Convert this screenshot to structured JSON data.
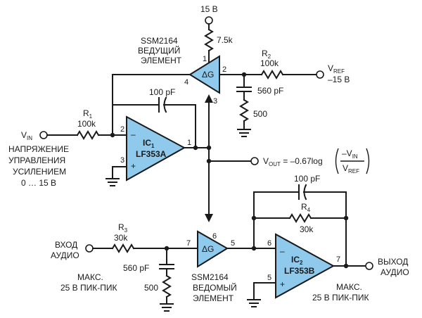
{
  "supply_label": "15 В",
  "top_vca": {
    "part": "SSM2164",
    "role_line1": "ВЕДУЩИЙ",
    "role_line2": "ЭЛЕМЕНТ",
    "symbol": "ΔG",
    "pin1": "1",
    "pin2": "2",
    "pin3": "3",
    "pin4": "4"
  },
  "r_top": "7.5k",
  "r2": {
    "name": "R",
    "sub": "2",
    "value": "100k"
  },
  "vref": {
    "name": "V",
    "sub": "REF",
    "value": "–15 В"
  },
  "c_top": "560 pF",
  "r_top2": "500",
  "c_fb1": "100 pF",
  "r1": {
    "name": "R",
    "sub": "1",
    "value": "100k"
  },
  "vin": {
    "name": "V",
    "sub": "IN"
  },
  "ic1": {
    "name": "IC",
    "sub": "1",
    "part": "LF353A",
    "pin_minus": "2",
    "pin_plus": "3",
    "pin_out": "1",
    "minus": "–",
    "plus": "+"
  },
  "control_label": [
    "НАПРЯЖЕНИЕ",
    "УПРАВЛЕНИЯ",
    "УСИЛЕНИЕМ",
    "0 … 15 В"
  ],
  "vout": {
    "name": "V",
    "sub": "OUT",
    "formula_prefix": " = –0.67log",
    "num_prefix": "–V",
    "num_sub": "IN",
    "den_prefix": "V",
    "den_sub": "REF"
  },
  "c_fb2": "100 pF",
  "r4": {
    "name": "R",
    "sub": "4",
    "value": "30k"
  },
  "audio_in": [
    "ВХОД",
    "АУДИО"
  ],
  "r3": {
    "name": "R",
    "sub": "3",
    "value": "30k"
  },
  "c_bot": "560 pF",
  "max_in": [
    "МАКС.",
    "25 В ПИК-ПИК"
  ],
  "r_bot": "500",
  "bot_vca": {
    "part": "SSM2164",
    "role_line1": "ВЕДОМЫЙ",
    "role_line2": "ЭЛЕМЕНТ",
    "symbol": "ΔG",
    "pin5": "5",
    "pin6": "6",
    "pin7": "7"
  },
  "ic2": {
    "name": "IC",
    "sub": "2",
    "part": "LF353B",
    "pin_minus": "6",
    "pin_plus": "5",
    "pin_out": "7",
    "minus": "–",
    "plus": "+"
  },
  "audio_out": [
    "ВЫХОД",
    "АУДИО"
  ],
  "max_out": [
    "МАКС.",
    "25 В ПИК-ПИК"
  ],
  "colors": {
    "amplifier_fill": "#8fc9ec",
    "wire": "#1a1a1a"
  }
}
